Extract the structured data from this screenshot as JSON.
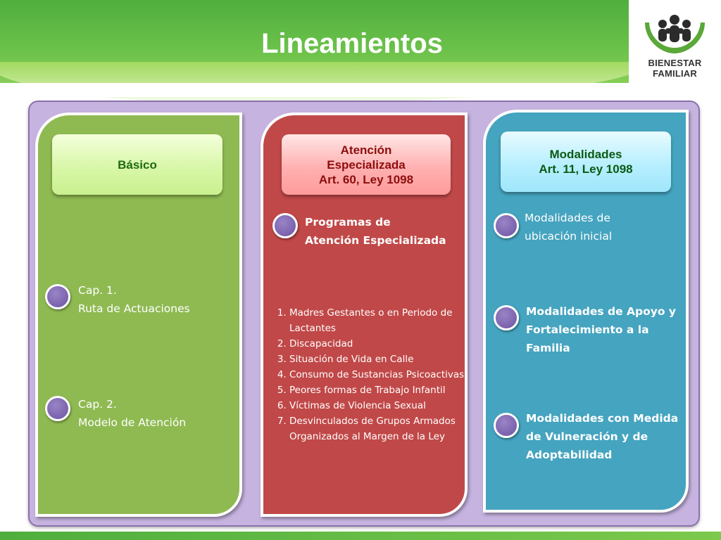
{
  "header": {
    "title": "Lineamientos",
    "logo": {
      "line1": "BIENESTAR",
      "line2": "FAMILIAR"
    }
  },
  "colors": {
    "green_panel": "#8fba52",
    "red_panel": "#c14848",
    "blue_panel": "#45a4bf",
    "frame": "#c7b3e0",
    "bullet": "#7a62ad"
  },
  "columns": [
    {
      "header": [
        "Básico"
      ],
      "items": [
        {
          "line1": "Cap. 1.",
          "line2": "Ruta de Actuaciones"
        },
        {
          "line1": "Cap. 2.",
          "line2": "Modelo de Atención"
        }
      ]
    },
    {
      "header": [
        "Atención",
        "Especializada",
        "Art. 60, Ley 1098"
      ],
      "item": {
        "line1": "Programas de",
        "line2": "Atención Especializada"
      },
      "list": [
        "Madres Gestantes o en Periodo de Lactantes",
        "Discapacidad",
        "Situación de Vida en Calle",
        "Consumo de Sustancias Psicoactivas",
        "Peores formas de Trabajo Infantil",
        "Víctimas de Violencia Sexual",
        "Desvinculados de Grupos Armados Organizados al Margen de la Ley"
      ]
    },
    {
      "header": [
        "Modalidades",
        "Art. 11, Ley 1098"
      ],
      "items": [
        {
          "line1": "Modalidades de",
          "line2": "ubicación inicial"
        },
        {
          "line1": "Modalidades de Apoyo y",
          "line2": "Fortalecimiento a la",
          "line3": "Familia"
        },
        {
          "line1": "Modalidades con Medida",
          "line2": "de Vulneración y de",
          "line3": "Adoptabilidad"
        }
      ]
    }
  ]
}
